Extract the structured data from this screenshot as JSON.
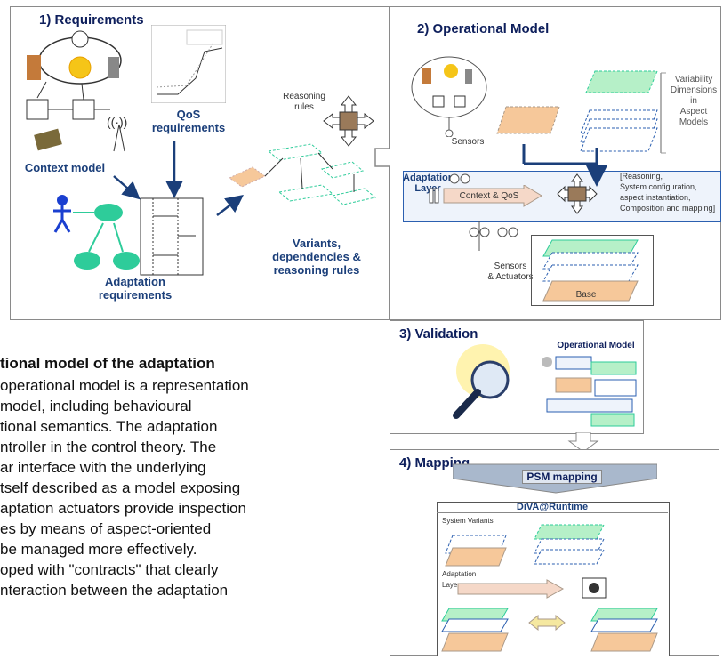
{
  "panel1": {
    "title": "1) Requirements",
    "context_model": "Context model",
    "qos": "QoS\nrequirements",
    "adaptation": "Adaptation\nrequirements",
    "reasoning_rules": "Reasoning\nrules",
    "variants": "Variants,\ndependencies &\nreasoning rules"
  },
  "panel2": {
    "title": "2) Operational Model",
    "variability": "Variability\nDimensions\nin\nAspect\nModels",
    "sensors": "Sensors",
    "adaptation_layer": "Adaptation\nLayer",
    "context_qos": "Context & QoS",
    "reasoning": "[Reasoning,\nSystem configuration,\naspect instantiation,\nComposition and mapping]",
    "sensors_actuators": "Sensors\n& Actuators",
    "base": "Base"
  },
  "panel3": {
    "title": "3) Validation",
    "operational_model": "Operational Model"
  },
  "panel4": {
    "title": "4) Mapping",
    "psm": "PSM mapping",
    "diva": "DiVA@Runtime",
    "system_variants": "System Variants",
    "adaptation_layer": "Adaptation Layer"
  },
  "text": {
    "heading": "tional model of the adaptation",
    "lines": [
      "operational model is a representation",
      " model, including behavioural",
      "tional semantics. The adaptation",
      "ntroller in the control theory. The",
      "ar interface with the underlying",
      "tself described as a model exposing",
      "aptation actuators provide inspection",
      "es by means of aspect-oriented",
      " be managed more effectively.",
      "oped with \"contracts\" that clearly",
      "nteraction between the adaptation"
    ]
  },
  "colors": {
    "title": "#0e1f5c",
    "label": "#1b3f7a",
    "green": "#2ecc9a",
    "arrow": "#1b3f7a",
    "lightgreen": "#b6f0c8",
    "orange": "#f6c89a"
  }
}
